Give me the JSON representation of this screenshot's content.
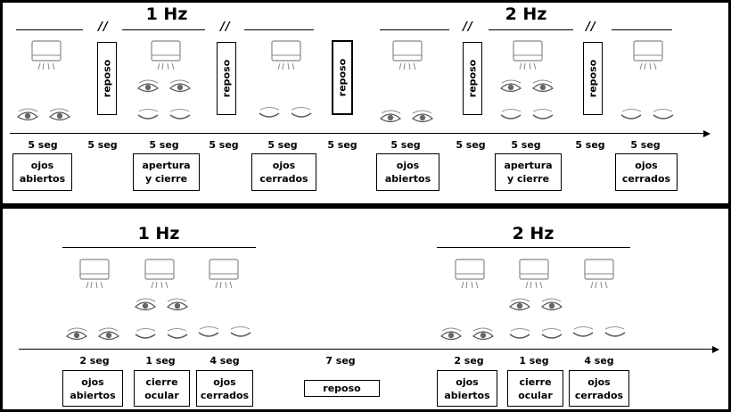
{
  "top": {
    "freq_labels": [
      "1 Hz",
      "2 Hz"
    ],
    "separator": "//",
    "rest_label": "reposo",
    "durations": [
      "5 seg",
      "5 seg",
      "5 seg",
      "5 seg",
      "5 seg",
      "5 seg",
      "5 seg",
      "5 seg",
      "5 seg",
      "5 seg",
      "5 seg"
    ],
    "conditions": [
      "ojos\nabiertos",
      "apertura\ny cierre",
      "ojos\ncerrados",
      "ojos\nabiertos",
      "apertura\ny cierre",
      "ojos\ncerrados"
    ]
  },
  "bottom": {
    "freq_labels": [
      "1 Hz",
      "2 Hz"
    ],
    "durations": [
      "2 seg",
      "1 seg",
      "4 seg",
      "7 seg",
      "2 seg",
      "1 seg",
      "4 seg"
    ],
    "conditions": [
      "ojos\nabiertos",
      "cierre\nocular",
      "ojos\ncerrados",
      "reposo",
      "ojos\nabiertos",
      "cierre\nocular",
      "ojos\ncerrados"
    ]
  },
  "icons": [
    "light-stimulus-icon",
    "open-eyes-icon",
    "closed-eyes-icon"
  ]
}
